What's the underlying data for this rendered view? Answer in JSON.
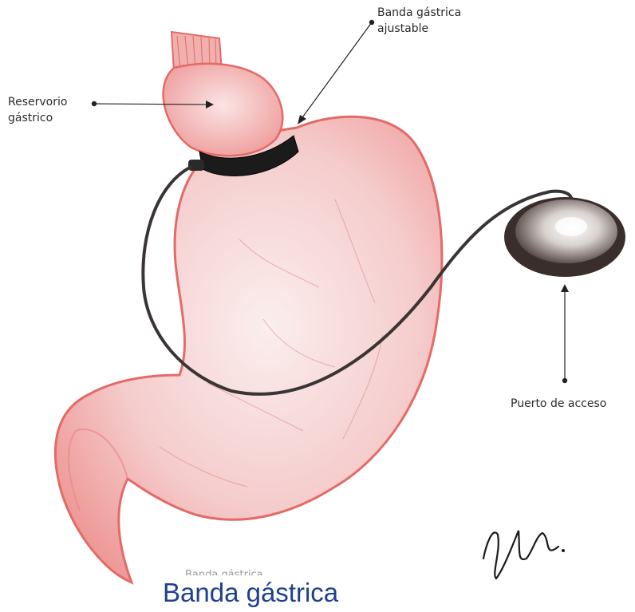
{
  "labels": {
    "band_line1": "Banda gástrica",
    "band_line2": "ajustable",
    "reservoir_line1": "Reservorio",
    "reservoir_line2": "gástrico",
    "port": "Puerto de acceso"
  },
  "faded_text": "Banda gástrica",
  "caption": "Banda gástrica",
  "colors": {
    "stomach_fill": "#f6cfcf",
    "stomach_outline": "#e36a66",
    "band": "#1b1b1b",
    "caption": "#1f3f8f"
  }
}
